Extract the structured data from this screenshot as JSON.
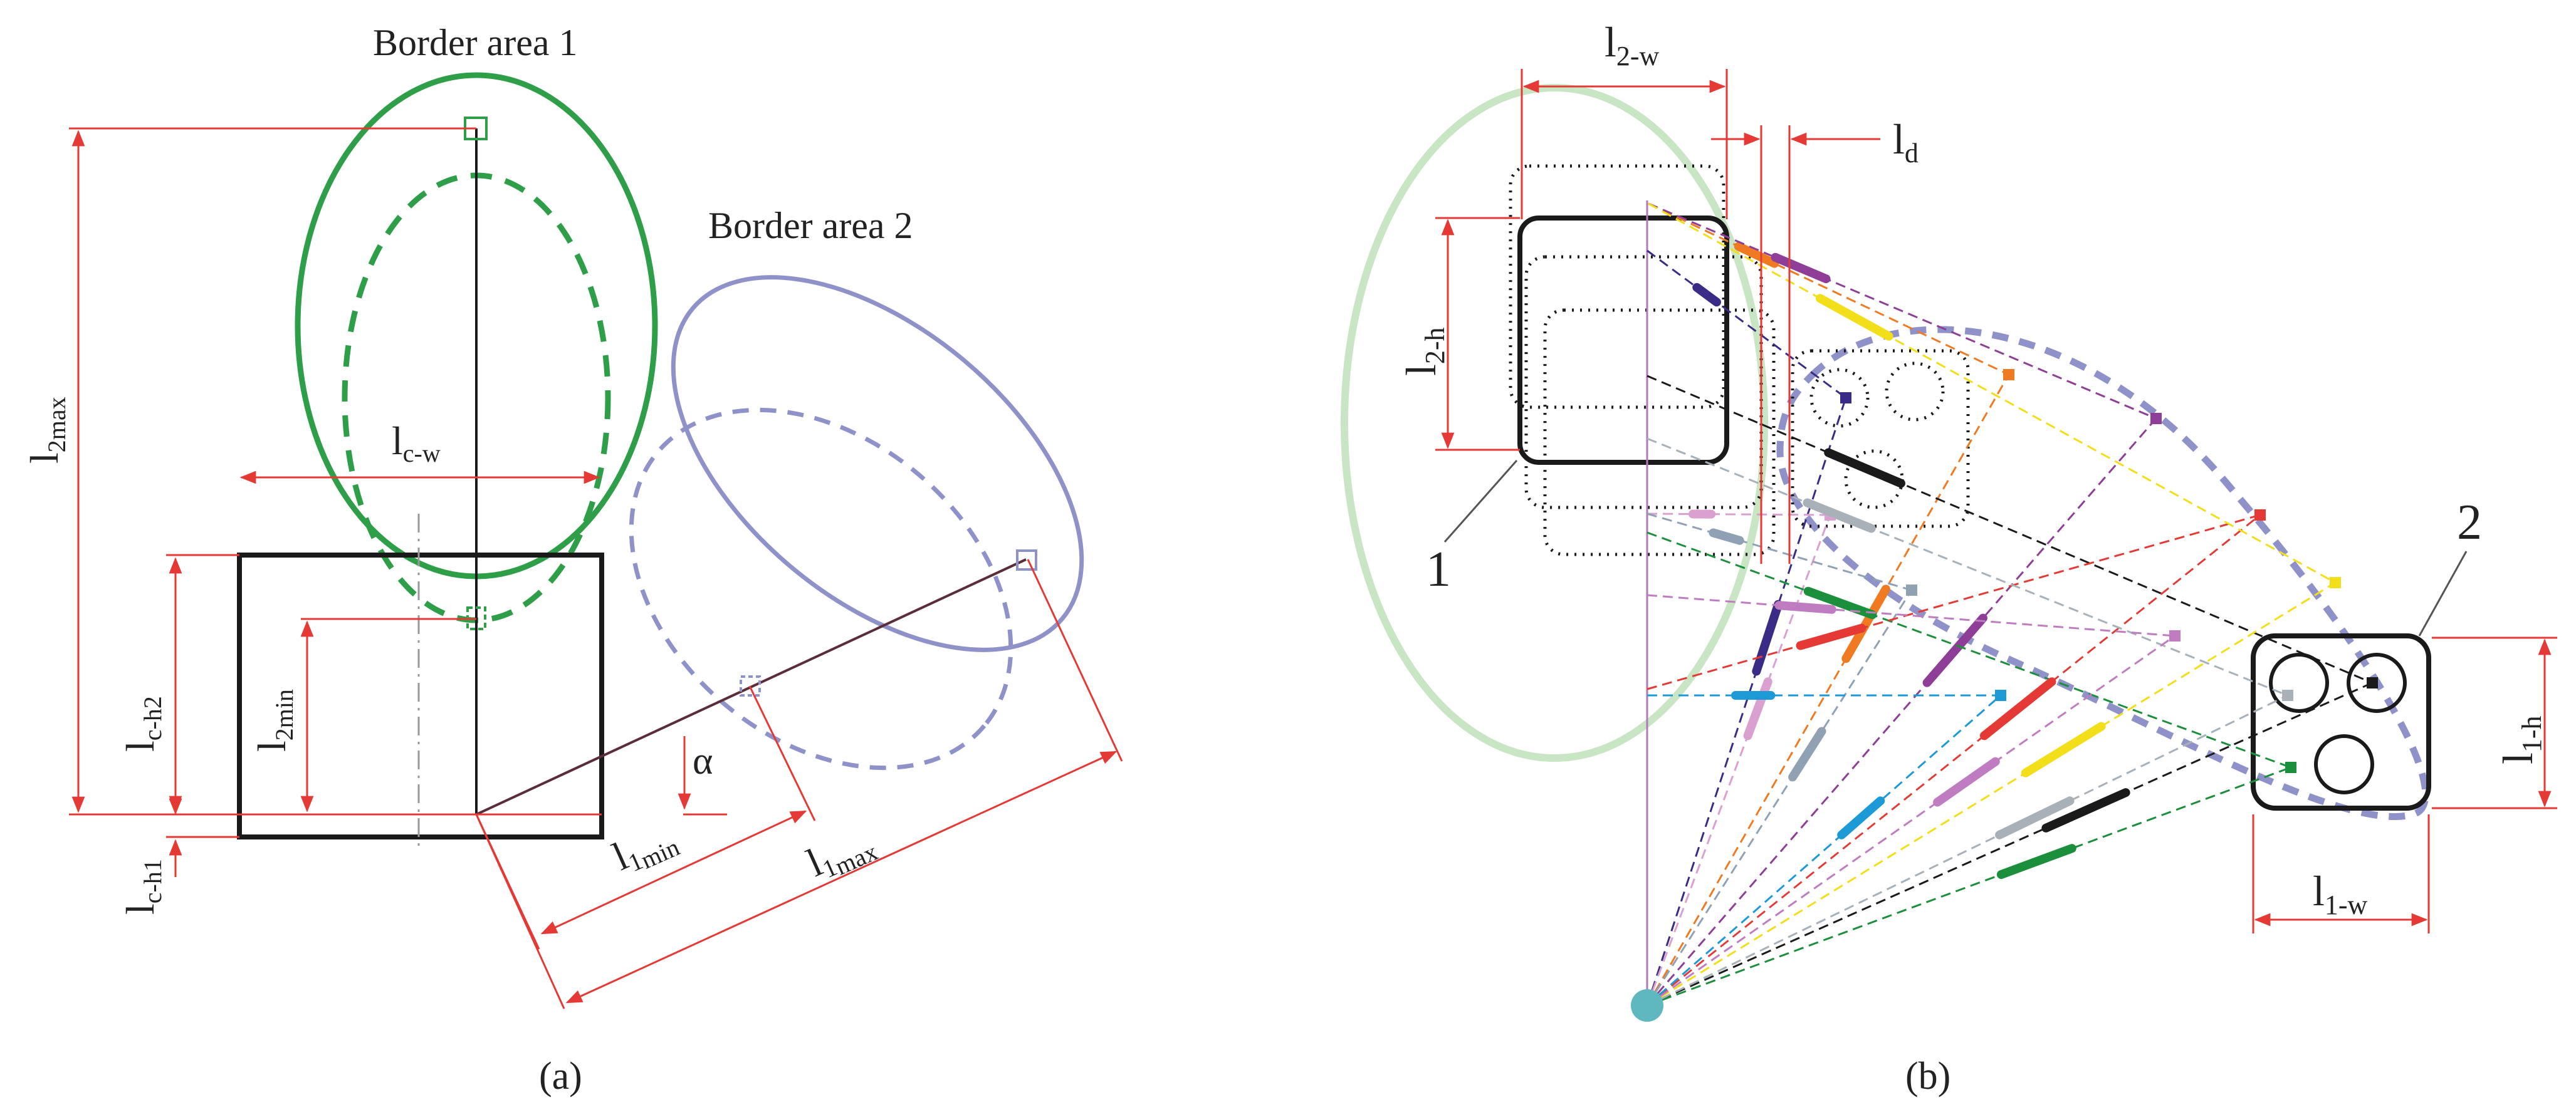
{
  "panel_a": {
    "caption": "(a)",
    "border_area_1": "Border area 1",
    "border_area_2": "Border area 2",
    "alpha": "α",
    "dims": {
      "l2max": {
        "main": "l",
        "sub": "2max"
      },
      "lcw": {
        "main": "l",
        "sub": "c-w"
      },
      "lch2": {
        "main": "l",
        "sub": "c-h2"
      },
      "l2min": {
        "main": "l",
        "sub": "2min"
      },
      "lch1": {
        "main": "l",
        "sub": "c-h1"
      },
      "l1min": {
        "main": "l",
        "sub1": "1",
        "sub2": "min"
      },
      "l1max": {
        "main": "l",
        "sub1": "1",
        "sub2": "max"
      }
    }
  },
  "panel_b": {
    "caption": "(b)",
    "label_1": "1",
    "label_2": "2",
    "dims": {
      "l2w": {
        "main": "l",
        "sub": "2-w"
      },
      "ld": {
        "main": "l",
        "sub": "d"
      },
      "l2h": {
        "main": "l",
        "sub": "2-h"
      },
      "l1h": {
        "main": "l",
        "sub": "1-h"
      },
      "l1w": {
        "main": "l",
        "sub": "1-w"
      }
    }
  },
  "colors": {
    "border1": "#2e9e48",
    "border1_light": "#c8e6c4",
    "border2": "#8f92c9",
    "dimension": "#e53935",
    "outline": "#1a1a1a",
    "teal_dot": "#5fb8bf"
  },
  "trajectories": [
    {
      "color": "#f07a22"
    },
    {
      "color": "#8e3e96"
    },
    {
      "color": "#3a2b86"
    },
    {
      "color": "#1a1a1a"
    },
    {
      "color": "#d9a0d0"
    },
    {
      "color": "#8fa1b3"
    },
    {
      "color": "#1b8f3c"
    },
    {
      "color": "#e53935"
    },
    {
      "color": "#1b9ad6"
    },
    {
      "color": "#f2df1a"
    },
    {
      "color": "#a8b0b8"
    },
    {
      "color": "#c07cc0"
    }
  ]
}
